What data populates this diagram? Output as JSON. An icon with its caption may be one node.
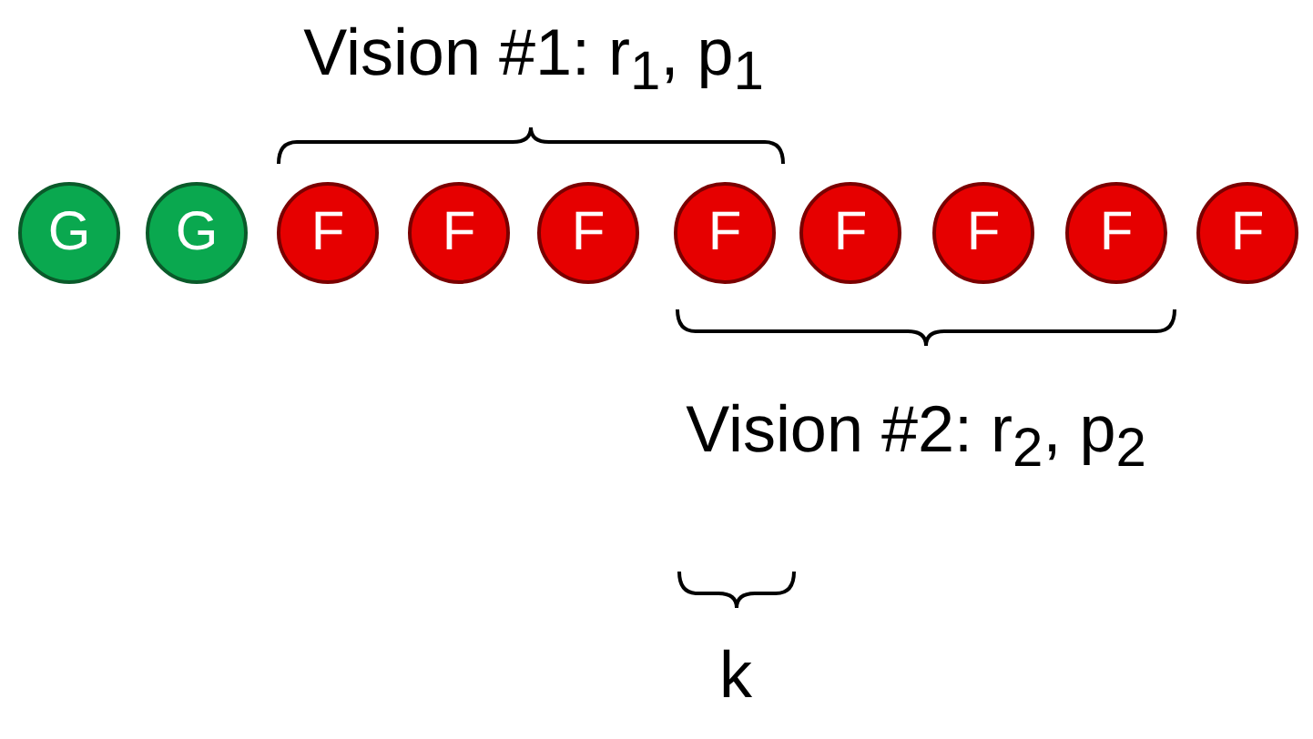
{
  "diagram": {
    "nodes": [
      {
        "text": [
          "G"
        ]
      },
      {
        "text": [
          "G"
        ]
      },
      {
        "text": [
          "F"
        ]
      },
      {
        "text": [
          "F"
        ]
      },
      {
        "text": [
          "F"
        ]
      },
      {
        "text": [
          "F"
        ]
      },
      {
        "text": [
          "F"
        ]
      },
      {
        "text": [
          "F"
        ]
      },
      {
        "text": [
          "F"
        ]
      },
      {
        "text": [
          "F"
        ]
      }
    ],
    "labels": [
      "Vision #1: r$_{1}$, p$_{1}$",
      "Vision #2: r$_{2}$, p$_{2}$",
      "k"
    ]
  }
}
